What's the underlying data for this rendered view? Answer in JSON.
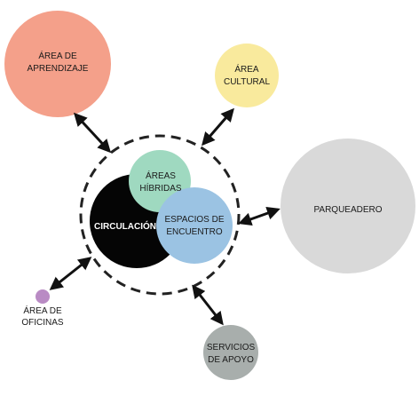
{
  "colors": {
    "aprendizaje": "#f4a08a",
    "cultural": "#f9ea9d",
    "parqueadero": "#d9d9d9",
    "hibridas": "#9fd9c0",
    "encuentro": "#9bc3e3",
    "circulacion": "#050505",
    "oficinas": "#b98bc4",
    "servicios": "#a8aeac",
    "arrows": "#111111",
    "dashed_ring": "#222222"
  },
  "nodes": {
    "aprendizaje": {
      "line1": "ÁREA DE",
      "line2": "APRENDIZAJE"
    },
    "cultural": {
      "line1": "ÁREA",
      "line2": "CULTURAL"
    },
    "parqueadero": {
      "line1": "PARQUEADERO"
    },
    "hibridas": {
      "line1": "ÁREAS",
      "line2": "HÍBRIDAS"
    },
    "encuentro": {
      "line1": "ESPACIOS DE",
      "line2": "ENCUENTRO"
    },
    "circulacion": {
      "line1": "CIRCULACIÓN"
    },
    "oficinas": {
      "line1": "ÁREA DE",
      "line2": "OFICINAS"
    },
    "servicios": {
      "line1": "SERVICIOS",
      "line2": "DE APOYO"
    }
  }
}
